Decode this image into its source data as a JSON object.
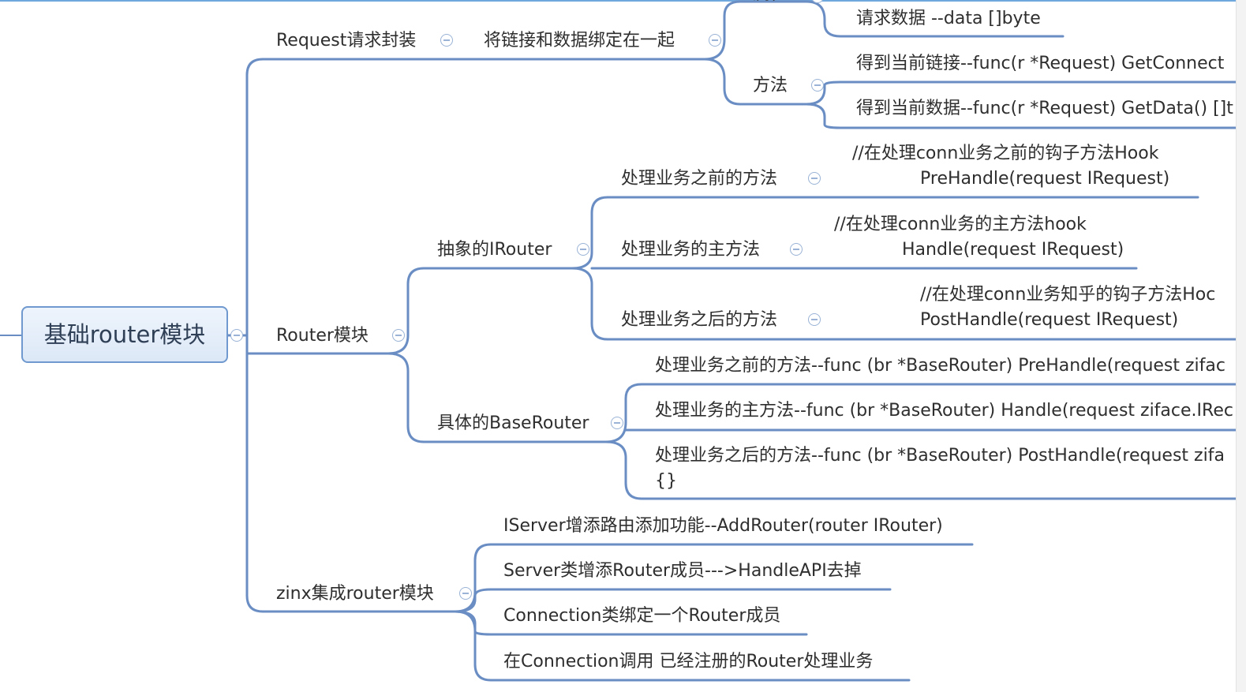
{
  "root": {
    "label": "基础router模块"
  },
  "branches": {
    "request": {
      "label": "Request请求封装",
      "child": "将链接和数据绑定在一起",
      "attr_label": "属性",
      "attr_leaf": "请求数据 --data []byte",
      "method_label": "方法",
      "method_leaves": [
        "得到当前链接--func(r *Request) GetConnect",
        "得到当前数据--func(r *Request) GetData() []t"
      ]
    },
    "router": {
      "label": "Router模块",
      "irouter": {
        "label": "抽象的IRouter",
        "items": [
          {
            "label": "处理业务之前的方法",
            "leaf1": "//在处理conn业务之前的钩子方法Hook",
            "leaf2": "PreHandle(request IRequest)"
          },
          {
            "label": "处理业务的主方法",
            "leaf1": "//在处理conn业务的主方法hook",
            "leaf2": "Handle(request IRequest)"
          },
          {
            "label": "处理业务之后的方法",
            "leaf1": "//在处理conn业务知乎的钩子方法Hoc",
            "leaf2": "PostHandle(request IRequest)"
          }
        ]
      },
      "baserouter": {
        "label": "具体的BaseRouter",
        "items": [
          "处理业务之前的方法--func (br *BaseRouter) PreHandle(request zifac",
          "处理业务的主方法--func (br *BaseRouter) Handle(request ziface.IRec",
          "处理业务之后的方法--func (br *BaseRouter)  PostHandle(request zifa"
        ],
        "item3_line2": "{}"
      }
    },
    "zinx": {
      "label": "zinx集成router模块",
      "items": [
        "IServer增添路由添加功能--AddRouter(router IRouter)",
        "Server类增添Router成员--->HandleAPI去掉",
        "Connection类绑定一个Router成员",
        "在Connection调用  已经注册的Router处理业务"
      ]
    }
  },
  "colors": {
    "line": "#6a8ec4",
    "node_border": "#6f99cf",
    "root_fill": "#dce8f7"
  }
}
